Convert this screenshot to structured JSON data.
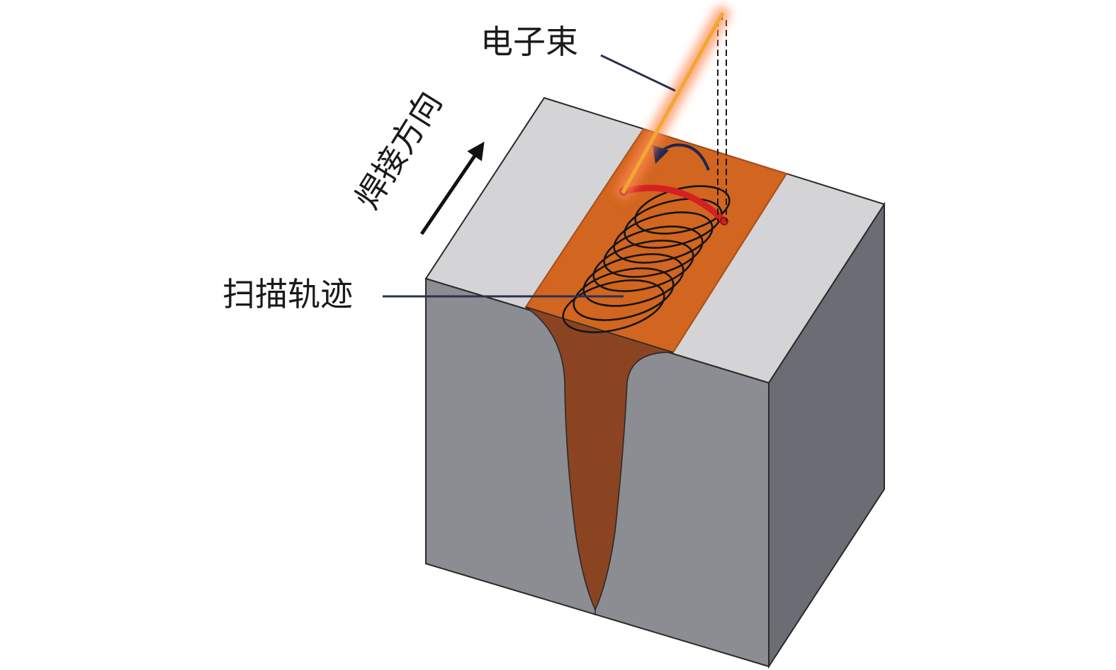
{
  "labels": {
    "electron_beam": "电子束",
    "scan_trajectory": "扫描轨迹",
    "welding_direction": "焊接方向"
  },
  "colors": {
    "block_top": "#d4d4d6",
    "block_front": "#8c8d92",
    "block_side": "#6a6d74",
    "weld_zone": "#d2651f",
    "weld_zone_border": "#a84e18",
    "weld_pool": "#8a4422",
    "beam": "#f0a830",
    "beam_glow": "#ff8a55",
    "scan_arc": "#d42020",
    "leader_line": "#2a3150",
    "coil": "#151515",
    "arrow": "#111111",
    "edge": "#2a2a2a"
  },
  "icons": {
    "direction_arrow": "arrow-up-right",
    "rotation_arrow": "curved-arrow-counterclockwise"
  }
}
